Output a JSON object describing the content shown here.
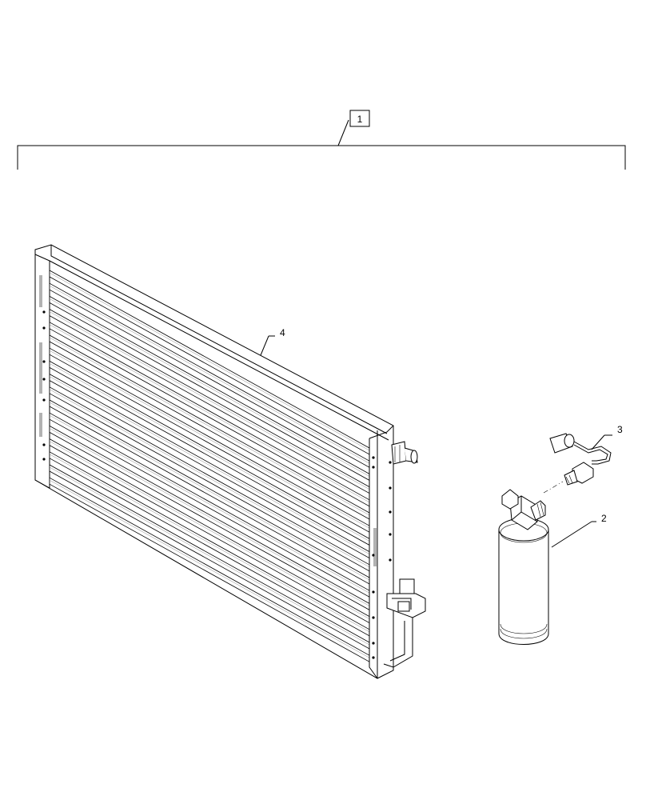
{
  "callouts": {
    "assembly": "1",
    "receiver_drier": "2",
    "pressure_switch": "3",
    "condenser": "4"
  },
  "colors": {
    "line": "#000000",
    "background": "#ffffff",
    "shade": "#cfcfcf"
  }
}
